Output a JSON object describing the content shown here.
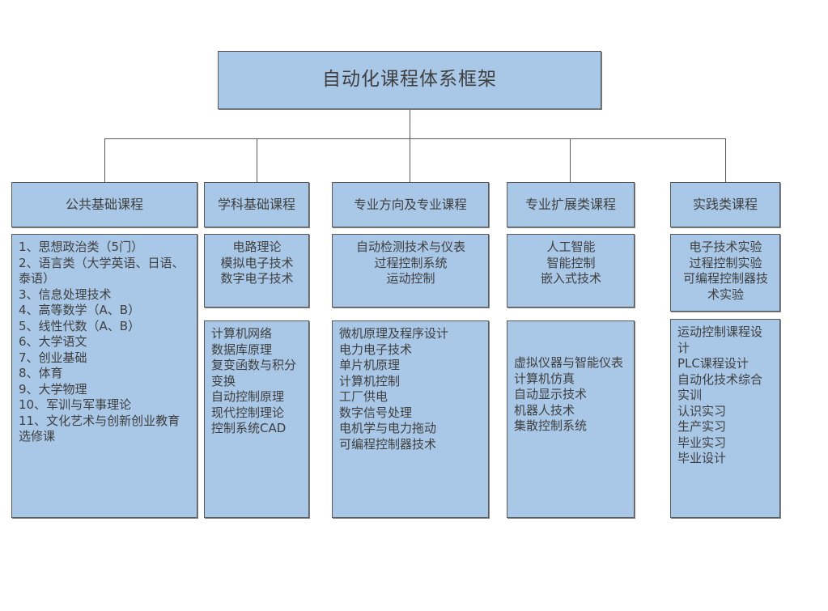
{
  "diagram": {
    "title": "自动化课程体系框架",
    "theme": {
      "box_fill": "#a9c7e6",
      "box_border": "#58595b",
      "text_color": "#3f3f3f",
      "background": "#ffffff",
      "connector": "#58595b"
    },
    "columns": [
      {
        "id": "public-basic",
        "header": "公共基础课程",
        "blocks": [
          {
            "align": "left",
            "lines": [
              "1、思想政治类（5门）",
              "2、语言类（大学英语、日语、泰语）",
              "3、信息处理技术",
              "4、高等数学（A、B）",
              "5、线性代数（A、B）",
              "6、大学语文",
              "7、创业基础",
              "8、体育",
              "9、大学物理",
              "10、军训与军事理论",
              "11、文化艺术与创新创业教育选修课"
            ]
          }
        ]
      },
      {
        "id": "discipline-basic",
        "header": "学科基础课程",
        "blocks": [
          {
            "align": "center",
            "lines": [
              "电路理论",
              "模拟电子技术",
              "数字电子技术"
            ]
          },
          {
            "align": "left",
            "lines": [
              "计算机网络",
              "数据库原理",
              "复变函数与积分变换",
              "自动控制原理",
              "现代控制理论",
              "控制系统CAD"
            ]
          }
        ]
      },
      {
        "id": "major-direction",
        "header": "专业方向及专业课程",
        "blocks": [
          {
            "align": "center",
            "lines": [
              "自动检测技术与仪表",
              "过程控制系统",
              "运动控制"
            ]
          },
          {
            "align": "left",
            "lines": [
              "微机原理及程序设计",
              "电力电子技术",
              "单片机原理",
              "计算机控制",
              "工厂供电",
              "数字信号处理",
              "电机学与电力拖动",
              "可编程控制器技术"
            ]
          }
        ]
      },
      {
        "id": "major-extension",
        "header": "专业扩展类课程",
        "blocks": [
          {
            "align": "center",
            "lines": [
              "人工智能",
              "智能控制",
              "嵌入式技术"
            ]
          },
          {
            "align": "left",
            "lines": [
              "虚拟仪器与智能仪表",
              "计算机仿真",
              "自动显示技术",
              "机器人技术",
              "集散控制系统"
            ]
          }
        ]
      },
      {
        "id": "practice",
        "header": "实践类课程",
        "blocks": [
          {
            "align": "center",
            "lines": [
              "电子技术实验",
              "过程控制实验",
              "可编程控制器技术实验"
            ]
          },
          {
            "align": "left",
            "lines": [
              "运动控制课程设计",
              "PLC课程设计",
              "自动化技术综合实训",
              "认识实习",
              "生产实习",
              "毕业实习",
              "毕业设计"
            ]
          }
        ]
      }
    ]
  }
}
